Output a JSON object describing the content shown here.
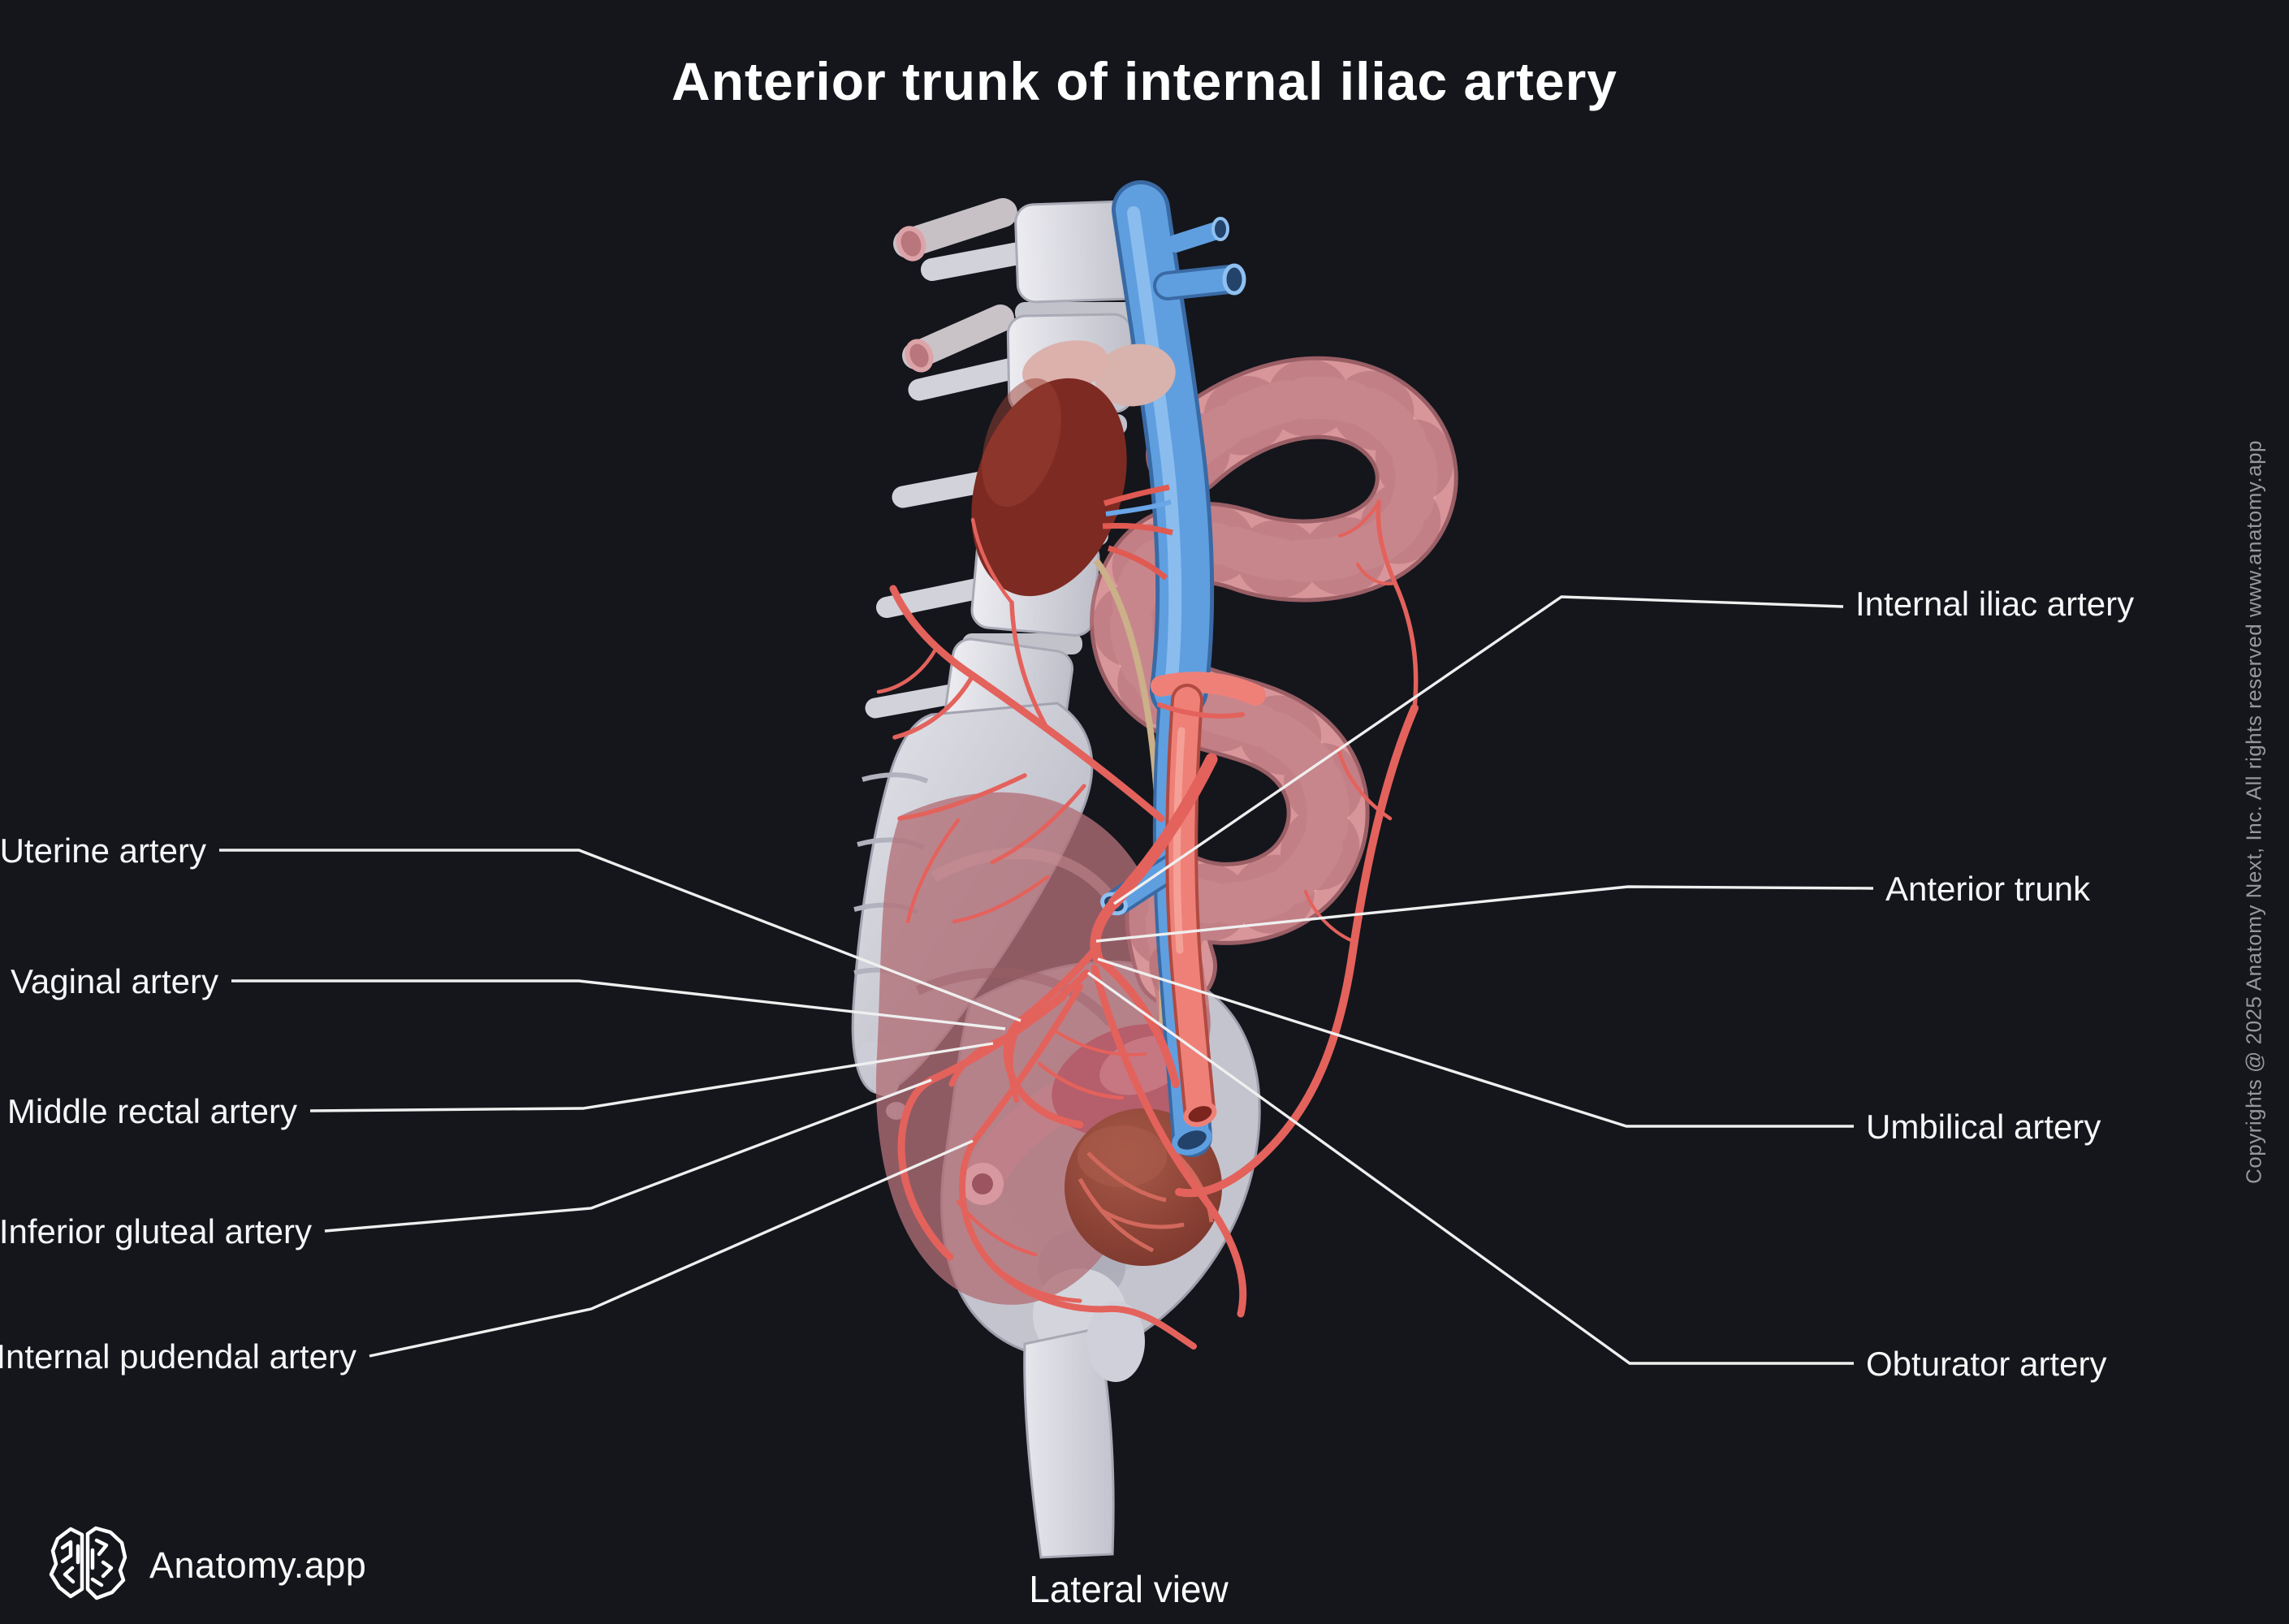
{
  "title": "Anterior trunk of internal iliac artery",
  "caption": "Lateral view",
  "brand": {
    "name": "Anatomy.app"
  },
  "copyright": "Copyrights @ 2025 Anatomy Next, Inc. All rights reserved www.anatomy.app",
  "labels": {
    "left": [
      {
        "text": "Uterine artery"
      },
      {
        "text": "Vaginal artery"
      },
      {
        "text": "Middle rectal artery"
      },
      {
        "text": "Inferior gluteal artery"
      },
      {
        "text": "Internal pudendal artery"
      }
    ],
    "right": [
      {
        "text": "Internal iliac artery"
      },
      {
        "text": "Anterior trunk"
      },
      {
        "text": "Umbilical artery"
      },
      {
        "text": "Obturator artery"
      }
    ]
  },
  "colors": {
    "background": "#14161c",
    "label_text": "#f6f6f8",
    "leader_line": "#efefef",
    "copyright_text": "#97979c",
    "artery": "#e4625c",
    "artery_light": "#ef8078",
    "vein": "#5f9fe0",
    "bone": "#d9d9e0",
    "colon": "#d9969a",
    "kidney": "#7d2a22",
    "bladder": "#8e4036",
    "organ": "#b55e6c",
    "muscle": "#b27077"
  }
}
